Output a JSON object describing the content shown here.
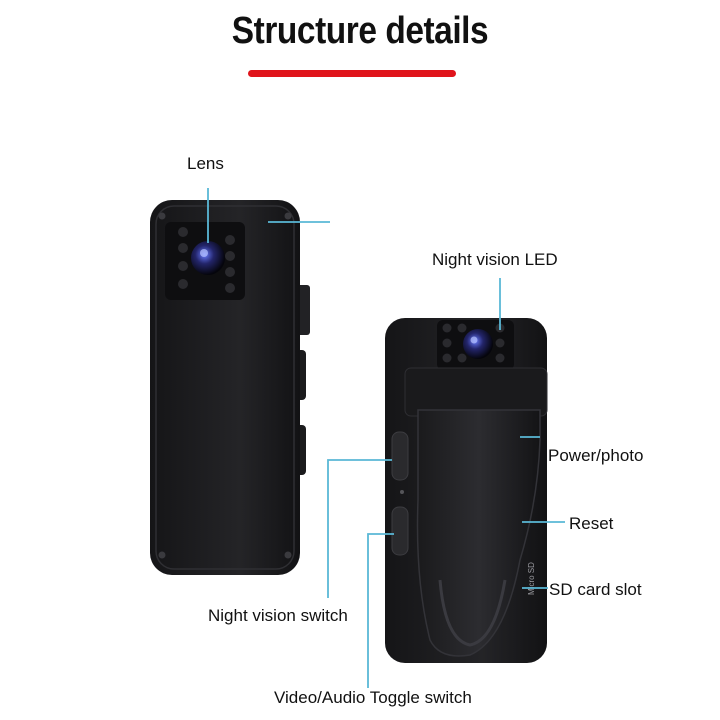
{
  "header": {
    "title": "Structure details"
  },
  "callouts": {
    "lens": "Lens",
    "night_vision_led": "Night vision LED",
    "power_photo": "Power/photo",
    "reset": "Reset",
    "sd_card_slot": "SD card slot",
    "night_vision_switch": "Night vision switch",
    "video_audio_toggle": "Video/Audio Toggle switch"
  },
  "device_print": {
    "micro_sd": "Micro SD"
  },
  "colors": {
    "accent_underline": "#e0141b",
    "callout_line": "#5ab8d6",
    "device_body": "#1c1c1e"
  }
}
